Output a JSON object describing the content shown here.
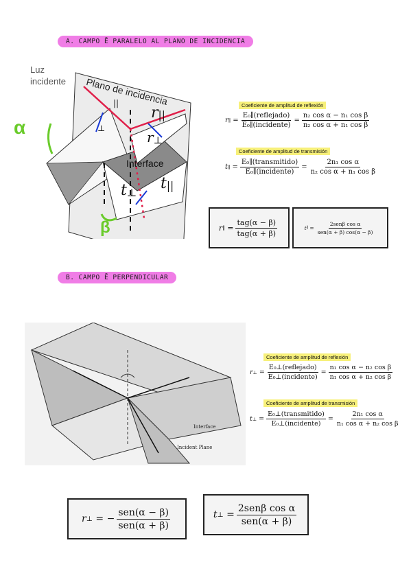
{
  "sectionA": {
    "title": "A. CAMPO Ē PARALELO AL PLANO DE INCIDENCIA",
    "diagram": {
      "luz": "Luz",
      "incidente": "incidente",
      "plano": "Plano de incidencia",
      "interface": "Interface",
      "alpha": "α",
      "beta": "β",
      "r_par": "r",
      "r_par_sub": "||",
      "r_perp": "r",
      "r_perp_sub": "⊥",
      "t_perp": "t",
      "t_perp_sub": "⊥",
      "t_par": "t",
      "t_par_sub": "||",
      "par_mark": "||",
      "perp_mark": "⊥"
    },
    "reflection_label": "Coeficiente de amplitud de reflexión",
    "transmission_label": "Coeficiente de amplitud de transmisión",
    "r_lhs": "r",
    "r_lhs_sub": "∥",
    "r_num1": "E₀∥(reflejado)",
    "r_den1": "E₀∥(incidente)",
    "r_num2": "n₂ cos α − n₁ cos β",
    "r_den2": "n₂ cos α + n₁ cos β",
    "t_lhs": "t",
    "t_lhs_sub": "∥",
    "t_num1": "E₀∥(transmitido)",
    "t_den1": "E₀∥(incidente)",
    "t_num2": "2n₁ cos α",
    "t_den2": "n₂ cos α + n₁ cos β",
    "box_r_num": "tag(α − β)",
    "box_r_den": "tag(α + β)",
    "box_t_num": "2senβ cos α",
    "box_t_den": "sen(α + β) cos(α − β)"
  },
  "sectionB": {
    "title": "B. CAMPO Ē PERPENDICULAR",
    "diagram": {
      "interface": "Interface",
      "plane": "Incident Plane"
    },
    "reflection_label": "Coeficiente de amplitud de reflexión",
    "transmission_label": "Coeficiente de amplitud de transmisión",
    "r_lhs": "r",
    "r_lhs_sub": "⊥",
    "r_num1": "E₀⊥(reflejado)",
    "r_den1": "E₀⊥(incidente)",
    "r_num2": "n₁ cos α − n₂ cos β",
    "r_den2": "n₁ cos α + n₂ cos β",
    "t_lhs": "t",
    "t_lhs_sub": "⊥",
    "t_num1": "E₀⊥(transmitido)",
    "t_den1": "E₀⊥(incidente)",
    "t_num2": "2n₁ cos α",
    "t_den2": "n₁ cos α + n₂ cos β",
    "box_r_num": "sen(α − β)",
    "box_r_den": "sen(α + β)",
    "box_t_num": "2senβ cos α",
    "box_t_den": "sen(α + β)"
  },
  "colors": {
    "pink": "#f07de6",
    "highlight": "#f7f07a",
    "ray": "#e0204a",
    "vector": "#1a3ad6",
    "green": "#6acb2b"
  }
}
